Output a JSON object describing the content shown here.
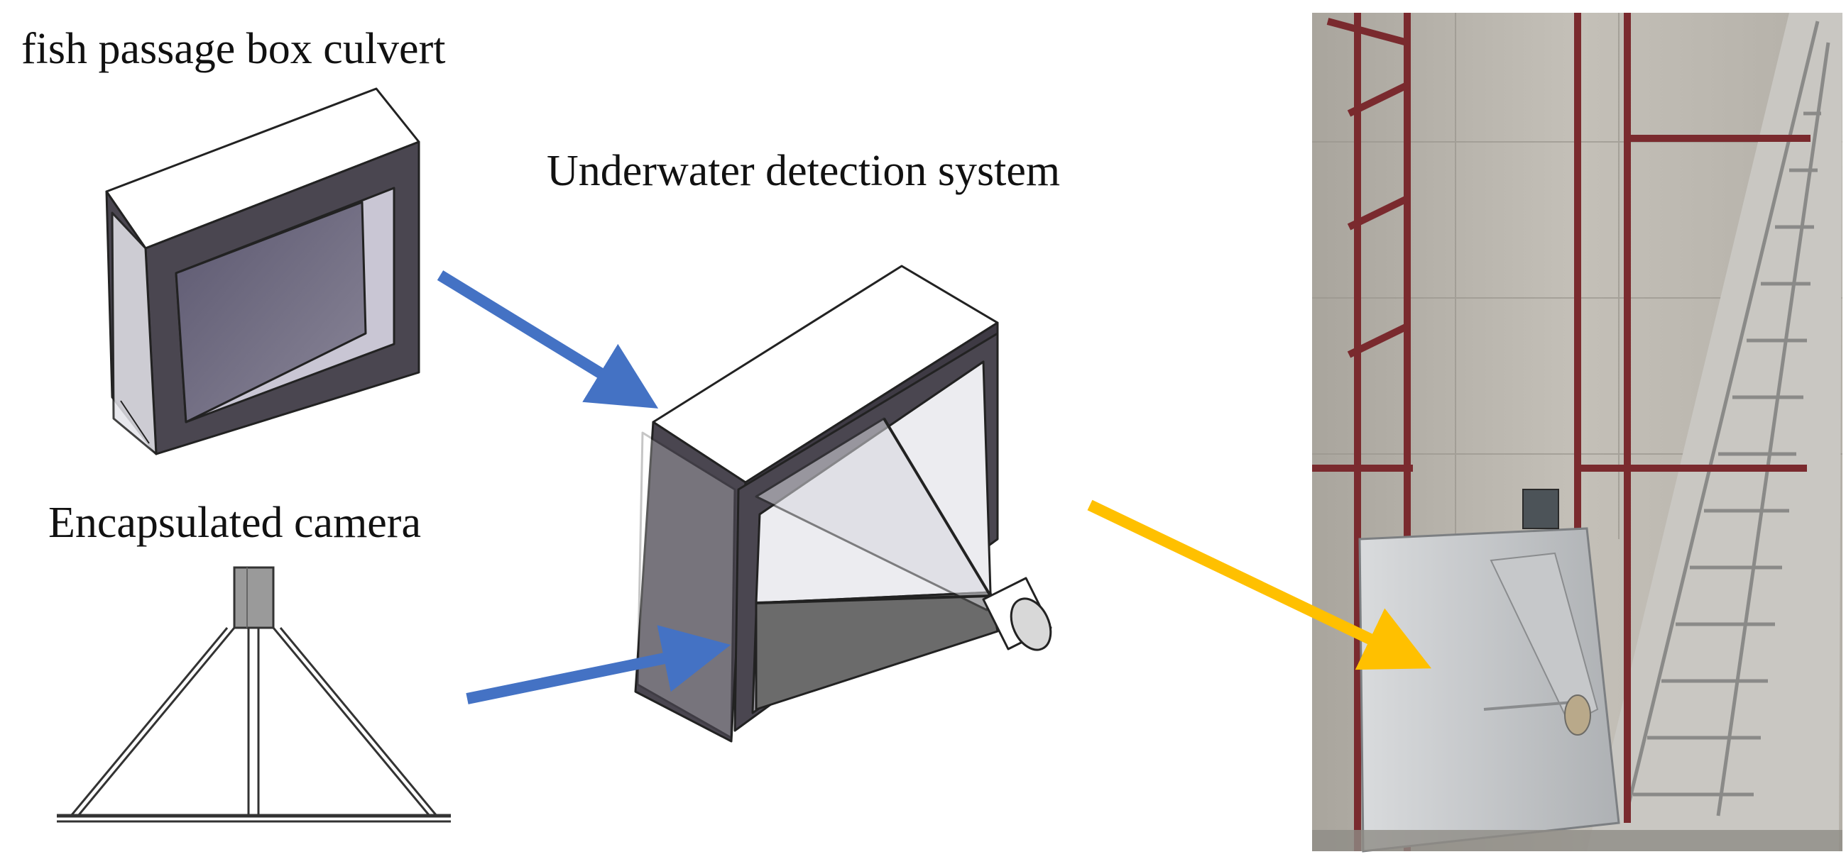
{
  "labels": {
    "culvert": "fish passage box culvert",
    "system": "Underwater detection system",
    "camera": "Encapsulated camera"
  },
  "colors": {
    "arrow_blue": "#4472c4",
    "arrow_yellow": "#ffc000",
    "frame_dark": "#4a4650",
    "glass_light": "#e8e8ee",
    "cone_dark": "#6b6b6b",
    "wall_concrete": "#b8b4ac",
    "rebar_red": "#7a2a2e"
  },
  "icons": {
    "culvert": "box-culvert-drawing",
    "camera": "encapsulated-camera-drawing",
    "system": "detection-system-drawing",
    "photo": "installed-system-photo"
  }
}
